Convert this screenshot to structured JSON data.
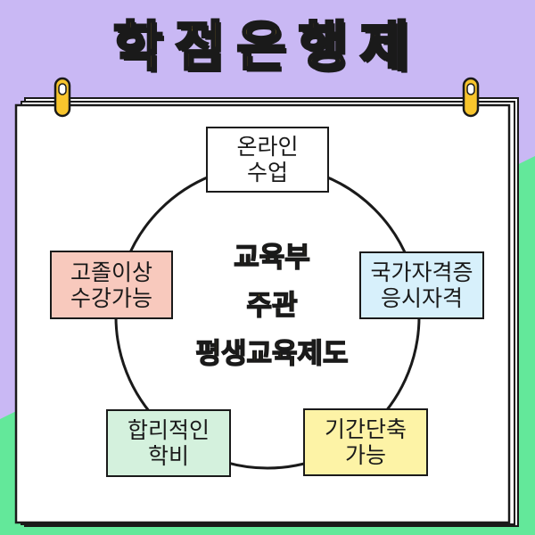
{
  "title": "학점은행제",
  "center": [
    "교육부",
    "주관",
    "평생교육제도"
  ],
  "items": [
    {
      "lines": [
        "온라인",
        "수업"
      ]
    },
    {
      "lines": [
        "국가자격증",
        "응시자격"
      ]
    },
    {
      "lines": [
        "기간단축",
        "가능"
      ]
    },
    {
      "lines": [
        "합리적인",
        "학비"
      ]
    },
    {
      "lines": [
        "고졸이상",
        "수강가능"
      ]
    }
  ],
  "colors": {
    "bg_purple": "#c9b8f4",
    "bg_green": "#63e89a",
    "title": "#f8c52d",
    "online": "#ffffff",
    "cert": "#d7f0fb",
    "period": "#fdf3a6",
    "tuition": "#d4f1dd",
    "grad": "#f8c9bd"
  }
}
